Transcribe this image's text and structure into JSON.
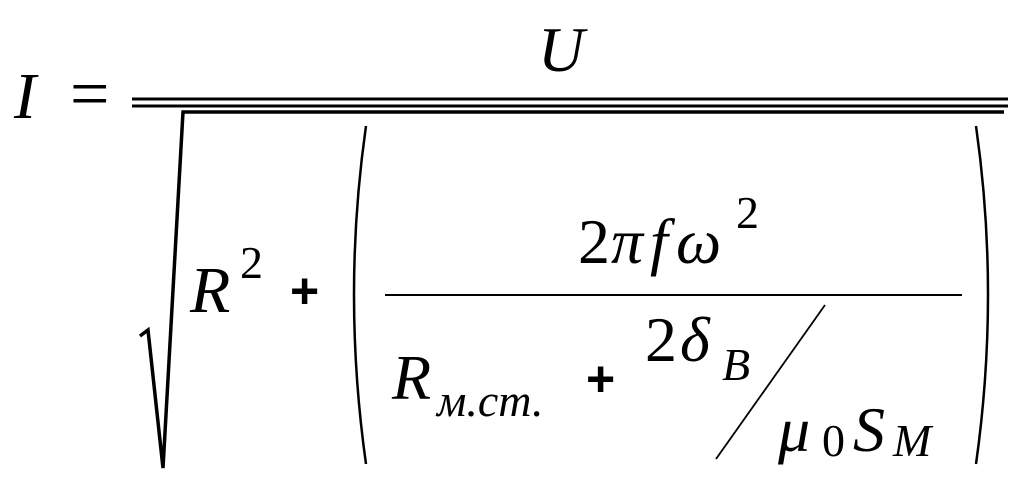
{
  "formula": {
    "lhs": "I",
    "equals": "=",
    "numerator": "U",
    "r": "R",
    "r_exp": "2",
    "plus_1": "+",
    "inner": {
      "num_two": "2",
      "num_pi": "π",
      "num_f": "f",
      "num_omega": "ω",
      "num_exp": "2",
      "r_main": "R",
      "r_sub": "м.ст.",
      "plus_2": "+",
      "two": "2",
      "delta": "δ",
      "delta_sub": "В",
      "mu": "μ",
      "mu_sub": "0",
      "s": "S",
      "s_sub": "М"
    }
  }
}
